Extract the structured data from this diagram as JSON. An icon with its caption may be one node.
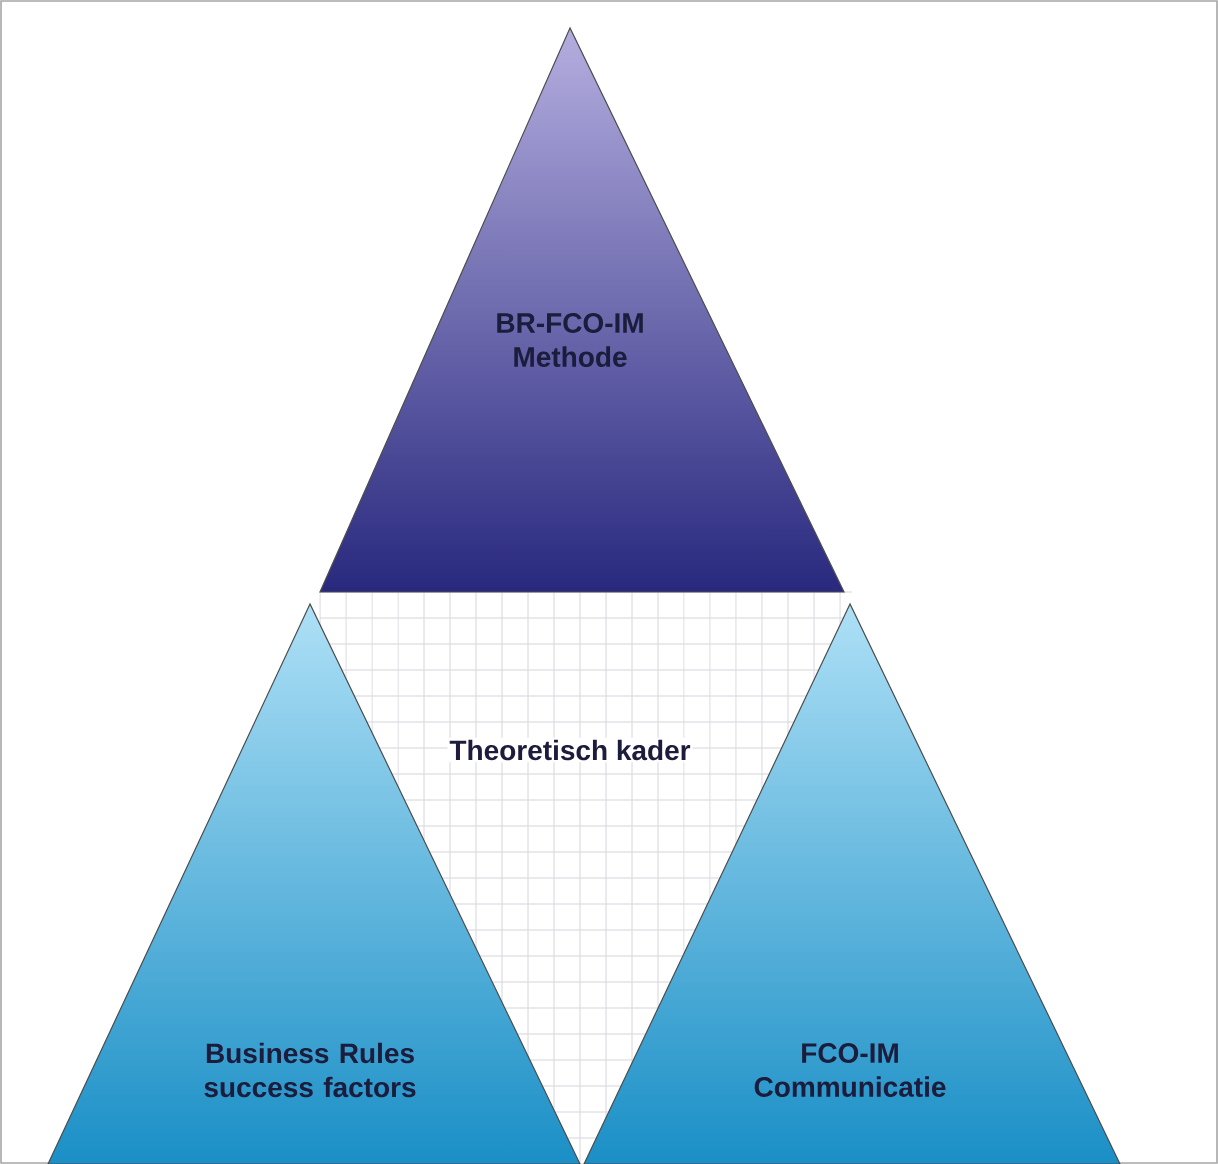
{
  "diagram": {
    "nodes": [
      {
        "text": [
          "BR-FCO-IM Methode"
        ]
      },
      {
        "text": [
          "Business Rules success factors"
        ]
      },
      {
        "text": [
          "FCO-IM Communicatie"
        ]
      }
    ],
    "edges": [],
    "labels": [
      "Theoretisch kader"
    ]
  }
}
